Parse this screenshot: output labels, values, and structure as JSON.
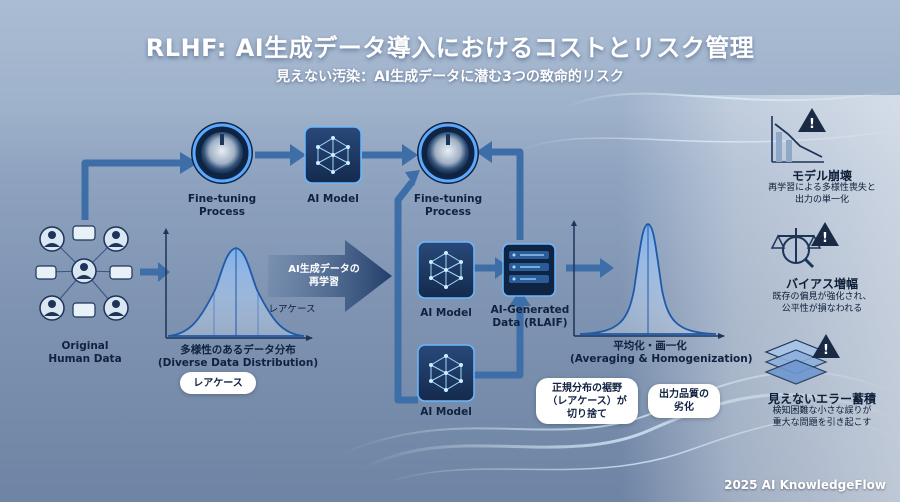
{
  "title": "RLHF: AI生成データ導入におけるコストとリスク管理",
  "subtitle": "見えない汚染：AI生成データに潜む3つの致命的リスク",
  "left": {
    "source_label_1": "Original",
    "source_label_2": "Human Data",
    "rare_case_small": "レアケース",
    "dist_label_1": "多様性のあるデータ分布",
    "dist_label_2": "(Diverse Data Distribution)",
    "rare_case_pill": "レアケース"
  },
  "top_row": {
    "fine_tuning_1": "Fine-tuning",
    "fine_tuning_2": "Process",
    "ai_model": "AI Model",
    "fine_tuning_right_1": "Fine-tuning",
    "fine_tuning_right_2": "Process"
  },
  "middle": {
    "retrain_1": "AI生成データの",
    "retrain_2": "再学習",
    "ai_model_mid": "AI Model",
    "generated_1": "AI-Generated",
    "generated_2": "Data (RLAIF)",
    "ai_model_bottom": "AI Model"
  },
  "right_dist": {
    "label_1": "平均化・画一化",
    "label_2": "(Averaging & Homogenization)",
    "bubble_1_line1": "正規分布の裾野",
    "bubble_1_line2": "（レアケース）が",
    "bubble_1_line3": "切り捨て",
    "bubble_2_line1": "出力品質の",
    "bubble_2_line2": "劣化"
  },
  "risks": [
    {
      "title": "モデル崩壊",
      "desc_1": "再学習による多様性喪失と",
      "desc_2": "出力の単一化",
      "icon": "declining-chart-warning-icon"
    },
    {
      "title": "バイアス増幅",
      "desc_1": "既存の偏見が強化され、",
      "desc_2": "公平性が損なわれる",
      "icon": "scale-warning-icon"
    },
    {
      "title": "見えないエラー蓄積",
      "desc_1": "検知困難な小さな誤りが",
      "desc_2": "重大な問題を引き起こす",
      "icon": "stacked-layers-warning-icon"
    }
  ],
  "footer": "2025 AI KnowledgeFlow",
  "colors": {
    "accent_blue": "#3b7fd9",
    "dark_navy": "#1b3458",
    "glow": "#8fd3ff",
    "warning": "#1a2a44"
  }
}
